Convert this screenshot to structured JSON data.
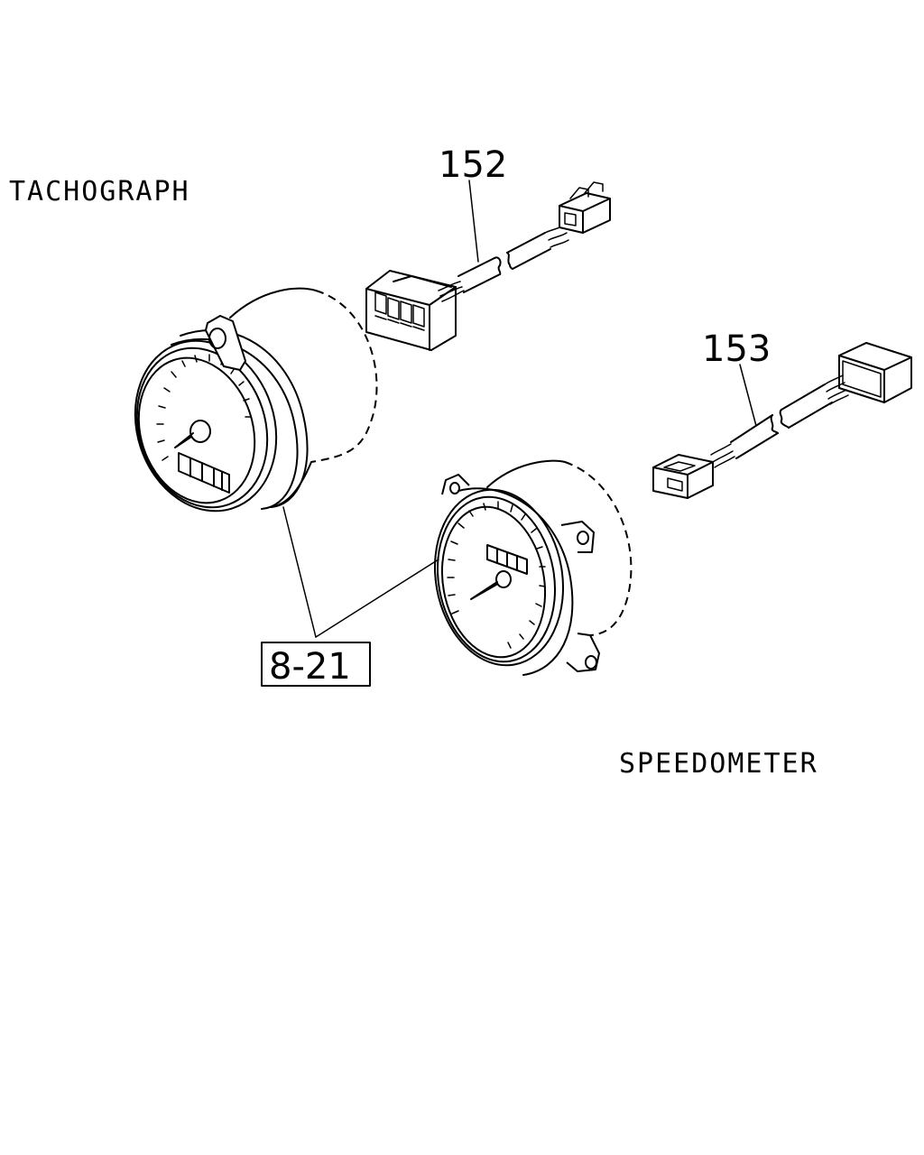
{
  "labels": {
    "tachograph": "TACHOGRAPH",
    "speedometer": "SPEEDOMETER"
  },
  "callouts": {
    "part_152": "152",
    "part_153": "153",
    "ref_8_21": "8-21"
  }
}
